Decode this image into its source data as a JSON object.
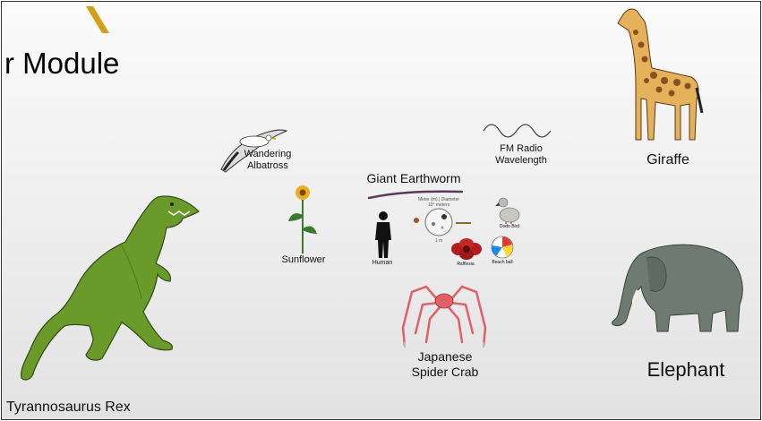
{
  "module": {
    "title": "r Module"
  },
  "items": {
    "albatross": {
      "label_line1": "Wandering",
      "label_line2": "Albatross"
    },
    "sunflower": {
      "label": "Sunflower"
    },
    "earthworm": {
      "label": "Giant Earthworm"
    },
    "fm_radio": {
      "label_line1": "FM Radio",
      "label_line2": "Wavelength"
    },
    "giraffe": {
      "label": "Giraffe"
    },
    "human": {
      "label": "Human"
    },
    "meter_circle": {
      "label_line1": "Meter (m) | Diameter",
      "label_line2": "10° meters",
      "scale": "1 m"
    },
    "dodo": {
      "label": "Dodo Bird"
    },
    "rafflesia": {
      "label": "Rafflesia"
    },
    "beach_ball": {
      "label": "Beach ball"
    },
    "spider_crab": {
      "label_line1": "Japanese",
      "label_line2": "Spider Crab"
    },
    "elephant": {
      "label": "Elephant"
    },
    "trex": {
      "label": "Tyrannosaurus Rex"
    }
  },
  "colors": {
    "trex_green": "#6a9a2a",
    "giraffe_tan": "#e5b15a",
    "elephant_gray": "#6e7a72",
    "crab_pink": "#e06068",
    "worm_purple": "#5a3a5a",
    "accent_gold": "#d4a017"
  }
}
